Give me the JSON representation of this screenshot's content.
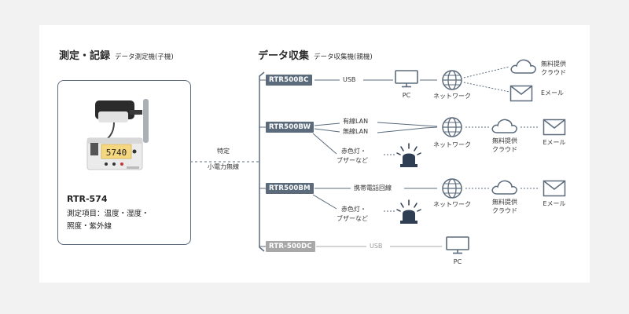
{
  "left": {
    "title": "測定・記録",
    "subtitle": "データ測定機(子機)",
    "model": "RTR-574",
    "items_line1": "測定項目：温度・湿度・",
    "items_line2": "照度・紫外線",
    "display_value": "5740"
  },
  "link": {
    "line1": "特定",
    "line2": "小電力無線"
  },
  "right": {
    "title": "データ収集",
    "subtitle": "データ収集機(親機)"
  },
  "rows": [
    {
      "tag": "RTR500BC",
      "connection": "USB",
      "pc": "PC",
      "network": "ネットワーク",
      "cloud_line1": "無料提供",
      "cloud_line2": "クラウド",
      "email": "Eメール"
    },
    {
      "tag": "RTR500BW",
      "conn1": "有線LAN",
      "conn2": "無線LAN",
      "network": "ネットワーク",
      "cloud_line1": "無料提供",
      "cloud_line2": "クラウド",
      "email": "Eメール",
      "alarm_line1": "赤色灯・",
      "alarm_line2": "ブザーなど"
    },
    {
      "tag": "RTR500BM",
      "connection": "携帯電話回線",
      "network": "ネットワーク",
      "cloud_line1": "無料提供",
      "cloud_line2": "クラウド",
      "email": "Eメール",
      "alarm_line1": "赤色灯・",
      "alarm_line2": "ブザーなど"
    },
    {
      "tag": "RTR-500DC",
      "connection": "USB",
      "pc": "PC"
    }
  ],
  "colors": {
    "primary": "#5b6b7c",
    "muted": "#a8a8a8",
    "alarm": "#2f3e52",
    "background": "#f2f2f3"
  }
}
